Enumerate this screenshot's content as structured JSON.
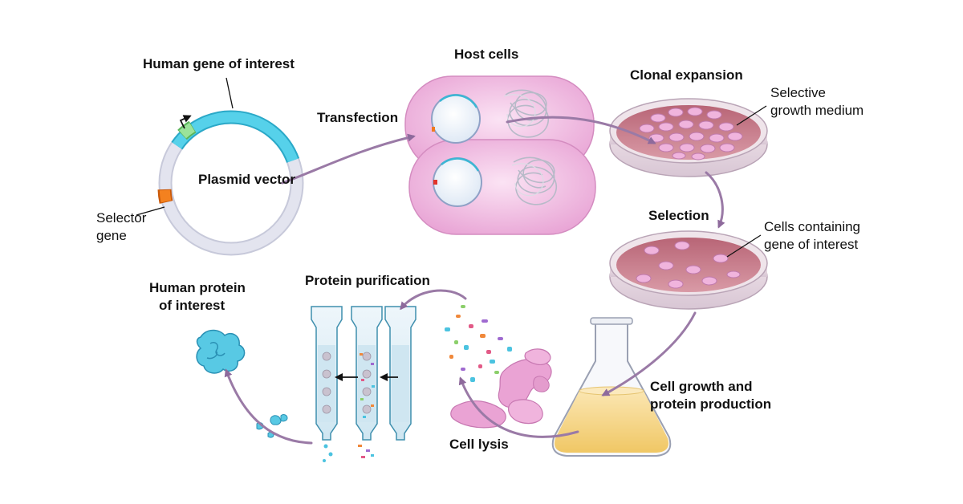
{
  "labels": {
    "human_gene": "Human gene of interest",
    "plasmid_vector": "Plasmid vector",
    "selector_gene_1": "Selector",
    "selector_gene_2": "gene",
    "transfection": "Transfection",
    "host_cells": "Host cells",
    "clonal_expansion": "Clonal expansion",
    "selective_medium_1": "Selective",
    "selective_medium_2": "growth medium",
    "selection": "Selection",
    "cells_containing_1": "Cells containing",
    "cells_containing_2": "gene of interest",
    "cell_growth_1": "Cell growth and",
    "cell_growth_2": "protein production",
    "cell_lysis": "Cell lysis",
    "protein_purification": "Protein purification",
    "human_protein_1": "Human protein",
    "human_protein_2": "of interest"
  },
  "colors": {
    "gene_of_interest": "#4cc9e4",
    "promoter": "#8fd98a",
    "selector": "#f07a1e",
    "plasmid_ring": "#d9dbe8",
    "host_cell": "#f3c3e6",
    "dish_medium": "#c97b8a",
    "colony": "#e9a9d6",
    "flask_liquid": "#f6d78a",
    "arrow": "#9a7aa6",
    "protein": "#4bc3e0"
  }
}
